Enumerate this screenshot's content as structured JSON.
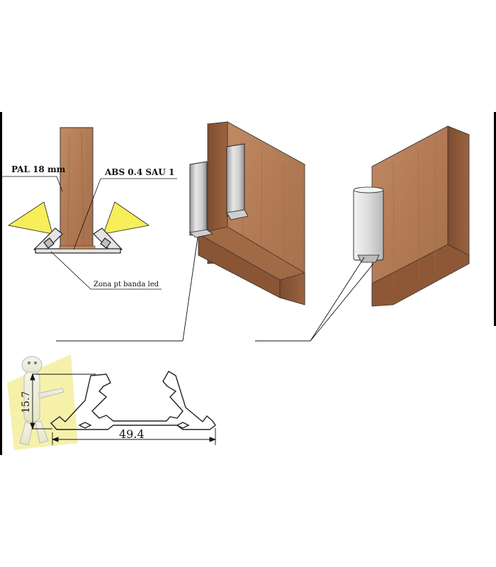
{
  "labels": {
    "pal": "PAL 18 mm",
    "abs": "ABS 0.4 SAU 1",
    "zona": "Zona pt banda led",
    "dim_width": "49.4",
    "dim_height": "15.7"
  },
  "colors": {
    "wood_front": "#b47d58",
    "wood_side": "#8f5b3a",
    "wood_top": "#c99b76",
    "led_light": "#f7ee5a",
    "aluminium": "#d8d8d8"
  }
}
